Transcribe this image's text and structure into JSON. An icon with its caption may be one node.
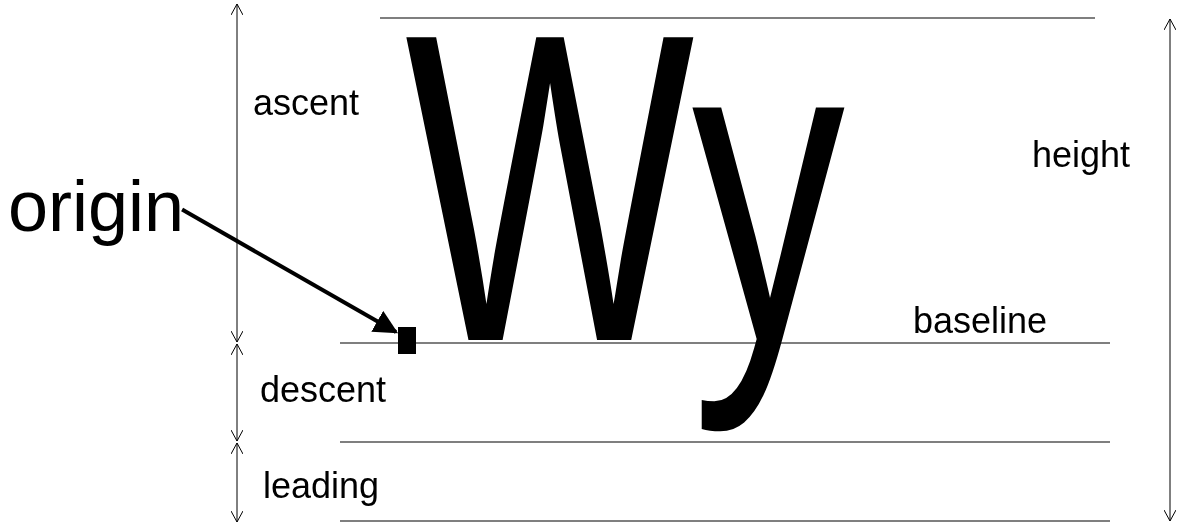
{
  "diagram": {
    "nodes": [
      {
        "text": [
          "origin"
        ]
      },
      {
        "text": [],
        "shape": "box"
      }
    ],
    "edges": [
      {
        "from": 0,
        "to": 1,
        "arrow": "to"
      }
    ],
    "labels": [
      "ascent",
      "height",
      "Wy",
      "baseline",
      "descent",
      "leading"
    ]
  }
}
